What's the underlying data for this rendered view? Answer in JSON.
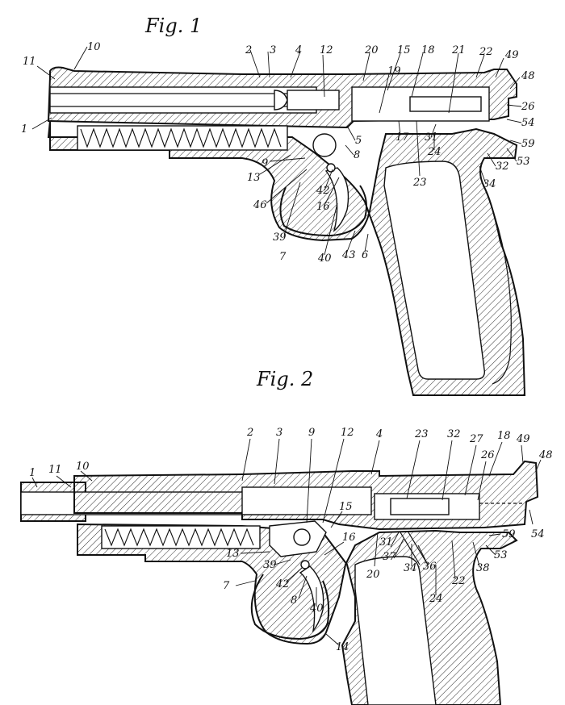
{
  "figures": [
    {
      "title": "Fig. 1",
      "labels": [
        "11",
        "10",
        "2",
        "3",
        "4",
        "12",
        "20",
        "15",
        "18",
        "19",
        "21",
        "22",
        "49",
        "48",
        "26",
        "54",
        "59",
        "53",
        "32",
        "34",
        "1",
        "5",
        "8",
        "17",
        "31",
        "24",
        "23",
        "13",
        "9",
        "46",
        "42",
        "16",
        "39",
        "40",
        "43",
        "6",
        "7"
      ]
    },
    {
      "title": "Fig. 2",
      "labels": [
        "1",
        "11",
        "10",
        "2",
        "3",
        "9",
        "12",
        "4",
        "23",
        "32",
        "27",
        "18",
        "49",
        "48",
        "26",
        "15",
        "16",
        "13",
        "7",
        "39",
        "42",
        "8",
        "40",
        "14",
        "20",
        "31",
        "37",
        "34",
        "36",
        "22",
        "38",
        "59",
        "53",
        "54",
        "24"
      ]
    }
  ]
}
